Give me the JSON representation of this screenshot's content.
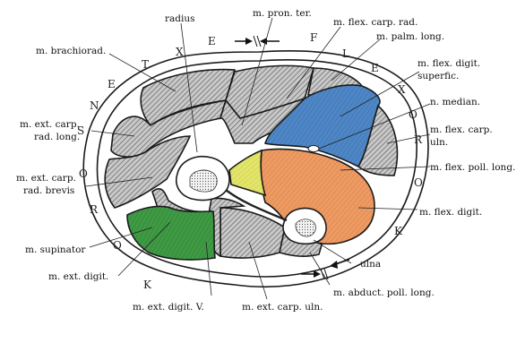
{
  "labels": {
    "radius": "radius",
    "pron_ter": "m. pron. ter.",
    "flex_carp_rad": "m. flex. carp. rad.",
    "palm_long": "m. palm. long.",
    "flex_digit_superfic_1": "m. flex. digit.",
    "flex_digit_superfic_2": "superfic.",
    "n_median": "n. median.",
    "flex_carp_uln_1": "m. flex. carp.",
    "flex_carp_uln_2": "uln.",
    "flex_poll_long": "m. flex. poll. long.",
    "flex_digit": "m. flex. digit.",
    "ulna": "ulna",
    "abduct_poll_long": "m. abduct. poll. long.",
    "ext_carp_uln": "m. ext. carp. uln.",
    "ext_digit_v": "m. ext. digit. V.",
    "ext_digit": "m. ext. digit.",
    "supinator": "m. supinator",
    "ext_carp_rad_brevis_1": "m. ext. carp.",
    "ext_carp_rad_brevis_2": "rad. brevis",
    "ext_carp_rad_long_1": "m. ext. carp.",
    "ext_carp_rad_long_2": "rad. long.",
    "brachiorad": "m. brachiorad."
  },
  "compartment_letters": {
    "extensor_upper": [
      "E",
      "X",
      "T"
    ],
    "extensor_left": [
      "E",
      "N",
      "S"
    ],
    "extensor_lower": [
      "O",
      "R",
      "O",
      "K"
    ],
    "flexor_upper": [
      "F",
      "L",
      "E",
      "X"
    ],
    "flexor_right": [
      "O",
      "R"
    ],
    "flexor_lower": [
      "O",
      "K"
    ]
  },
  "colors": {
    "flex_digit_superfic": "#4e86c6",
    "flex_poll_long": "#ee9a63",
    "ext_carp_rad_brevis": "#e3e56a",
    "supinator": "#3f9a44",
    "muscle_gray": "#b9b9b9",
    "bone_white": "#ffffff",
    "outline": "#1a1a1a"
  }
}
